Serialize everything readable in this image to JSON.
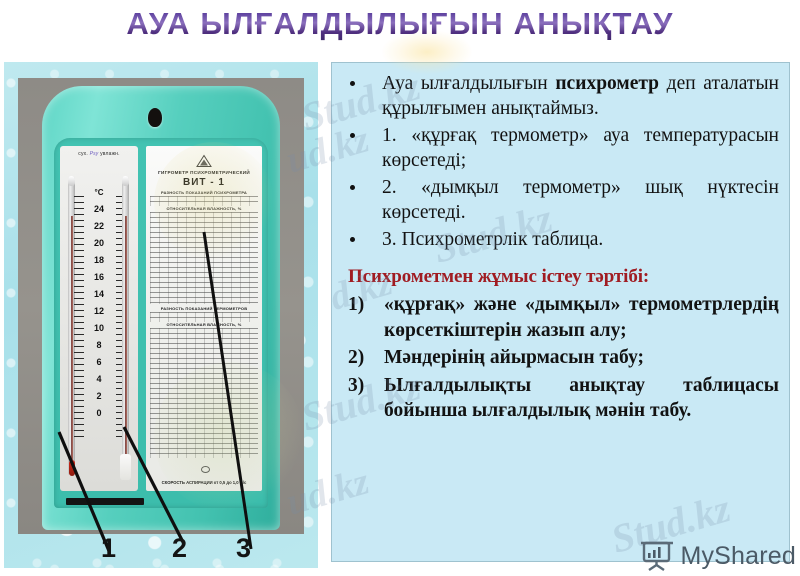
{
  "slide": {
    "title": "АУА ЫЛҒАЛДЫЛЫҒЫН АНЫҚТАУ",
    "title_color": "#5b3f9e",
    "panel_bg": "#c9e9f5",
    "heading_color": "#A01C22"
  },
  "bullets": [
    {
      "pre": "Ауа ылғалдылығын ",
      "bold": "психрометр",
      "post": " деп аталатын құрылғымен анықтаймыз."
    },
    {
      "pre": "1. «құрғақ термометр» ауа температурасын көрсетеді;",
      "bold": "",
      "post": ""
    },
    {
      "pre": "2. «дымқыл термометр» шық нүктесін көрсетеді.",
      "bold": "",
      "post": ""
    },
    {
      "pre": "3. Психрометрлік таблица.",
      "bold": "",
      "post": ""
    }
  ],
  "red_heading": "Психрометмен жұмыс істеу тәртібі:",
  "steps": [
    "«құрғақ» және «дымқыл» термометрлердің көрсеткіштерін жазып алу;",
    "Мәндерінің айырмасын табу;",
    "Ылғалдылықты анықтау таблицасы бойынша ылғалдылық мәнін табу."
  ],
  "photo": {
    "device_labels": {
      "dry": "сух.",
      "cursive": "Psy",
      "wet": "увлажн."
    },
    "scale_unit": "°C",
    "scale_values": [
      "24",
      "22",
      "20",
      "18",
      "16",
      "14",
      "12",
      "10",
      "8",
      "6",
      "4",
      "2",
      "0"
    ],
    "table_title": "ГИГРОМЕТР ПСИХРОМЕТРИЧЕСКИЙ",
    "table_model": "ВИТ - 1",
    "table_headers": [
      "РАЗНОСТЬ ПОКАЗАНИЙ ПСИХРОМЕТРА",
      "ОТНОСИТЕЛЬНАЯ ВЛАЖНОСТЬ, %",
      "РАЗНОСТЬ ПОКАЗАНИЙ ТЕРМОМЕТРОВ",
      "ОТНОСИТЕЛЬНАЯ ВЛАЖНОСТЬ, %"
    ],
    "aspiration_note": "СКОРОСТЬ АСПИРАЦИИ от 0,5 до 1,0 м/с",
    "callouts": [
      "1",
      "2",
      "3"
    ]
  },
  "watermarks": [
    "Stud.kz",
    "ud.kz",
    "Stud.kz",
    "d.kz",
    "Stud.kz",
    "ud.kz"
  ],
  "footer": {
    "brand": "MyShared",
    "brand_color": "#4b5a66"
  }
}
